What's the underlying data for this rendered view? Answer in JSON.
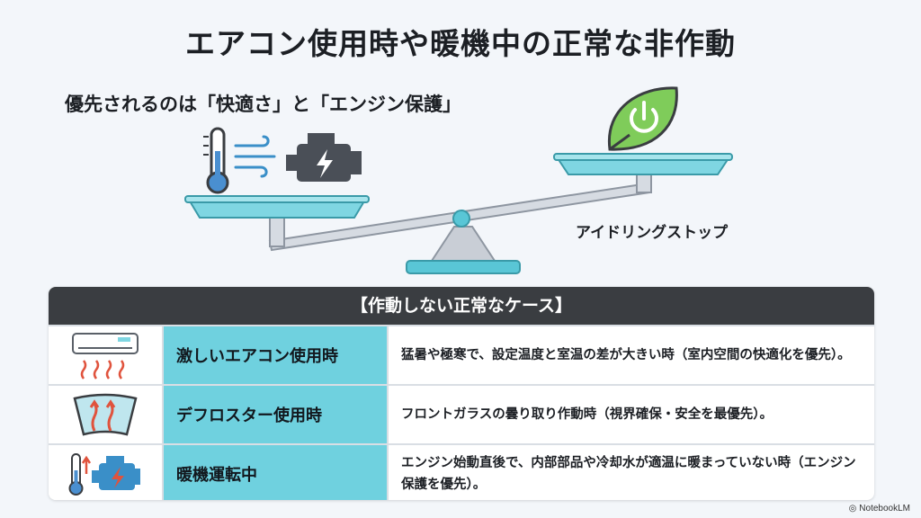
{
  "title": "エアコン使用時や暖機中の正常な非作動",
  "subtitle": "優先されるのは「快適さ」と「エンジン保護」",
  "scale": {
    "left_icons": [
      "thermometer-icon",
      "wind-icon",
      "engine-icon"
    ],
    "right_icon": "leaf-power-icon",
    "right_label": "アイドリングストップ"
  },
  "table": {
    "header": "【作動しない正常なケース】",
    "rows": [
      {
        "icon": "air-conditioner-icon",
        "name": "激しいエアコン使用時",
        "desc": "猛暑や極寒で、設定温度と室温の差が大きい時（室内空間の快適化を優先）。"
      },
      {
        "icon": "defroster-icon",
        "name": "デフロスター使用時",
        "desc": "フロントガラスの曇り取り作動時（視界確保・安全を最優先）。"
      },
      {
        "icon": "engine-warmup-icon",
        "name": "暖機運転中",
        "desc": "エンジン始動直後で、内部部品や冷却水が適温に暖まっていない時（エンジン保護を優先）。"
      }
    ]
  },
  "colors": {
    "accent": "#6fd1df",
    "dark": "#3a3d41",
    "green": "#6cc04a"
  },
  "watermark": "NotebookLM"
}
